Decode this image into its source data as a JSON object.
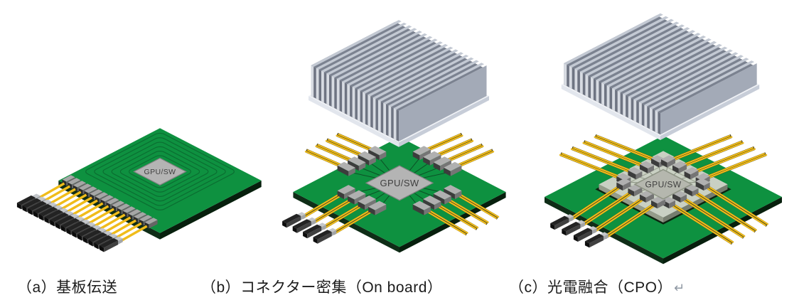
{
  "figure": {
    "panels": [
      {
        "key": "a",
        "caption": "（a）基板伝送",
        "chip_label": "GPU/SW"
      },
      {
        "key": "b",
        "caption": "（b）コネクター密集（On board）",
        "chip_label": "GPU/SW"
      },
      {
        "key": "c",
        "caption": "（c）光電融合（CPO）",
        "chip_label": "GPU/SW",
        "trailing_mark": "↵"
      }
    ],
    "colors": {
      "pcbTop": "#0e9140",
      "pcbSideL": "#0f2d17",
      "pcbSideR": "#071f0d",
      "trace": "#0b6e31",
      "chipFill": "#b4b4b4",
      "chipBorder": "#828282",
      "chipText": "#3f3f3f",
      "fiber": "#f0bc1a",
      "fiberOutline": "#4a431a",
      "moduleTop": "#b0b0b0",
      "moduleFront": "#3c3c3c",
      "moduleSide": "#757575",
      "ferruleTop": "#c4c7cb",
      "ferruleFront": "#85888c",
      "ferruleSide": "#a2a5a9",
      "plugTop": "#232323",
      "plugFront": "#0d0d0d",
      "plugSide": "#404040",
      "hsFinTop": "#c3c9d3",
      "hsFinEnd": "#d7dbe2",
      "hsGapTop": "#7b8290",
      "hsGapFront": "#6e7482",
      "hsSide": "#a3aab7",
      "hsBaseTop": "#f0f2f6",
      "hsBaseL": "#e2e6ed",
      "hsBaseR": "#c7cdd8",
      "substrateTop": "#c9d0c3",
      "substrateL": "#959c8b",
      "substrateR": "#767d6f",
      "substrateShadow": "#0c2410",
      "landOutline": "#9fa695",
      "substrateTrace": "#8a9182",
      "boardTrace": "#0d4f26",
      "chipOnSubstrate": "#b5b7ae",
      "chipOnSubstrateBorder": "#8d9384"
    }
  }
}
